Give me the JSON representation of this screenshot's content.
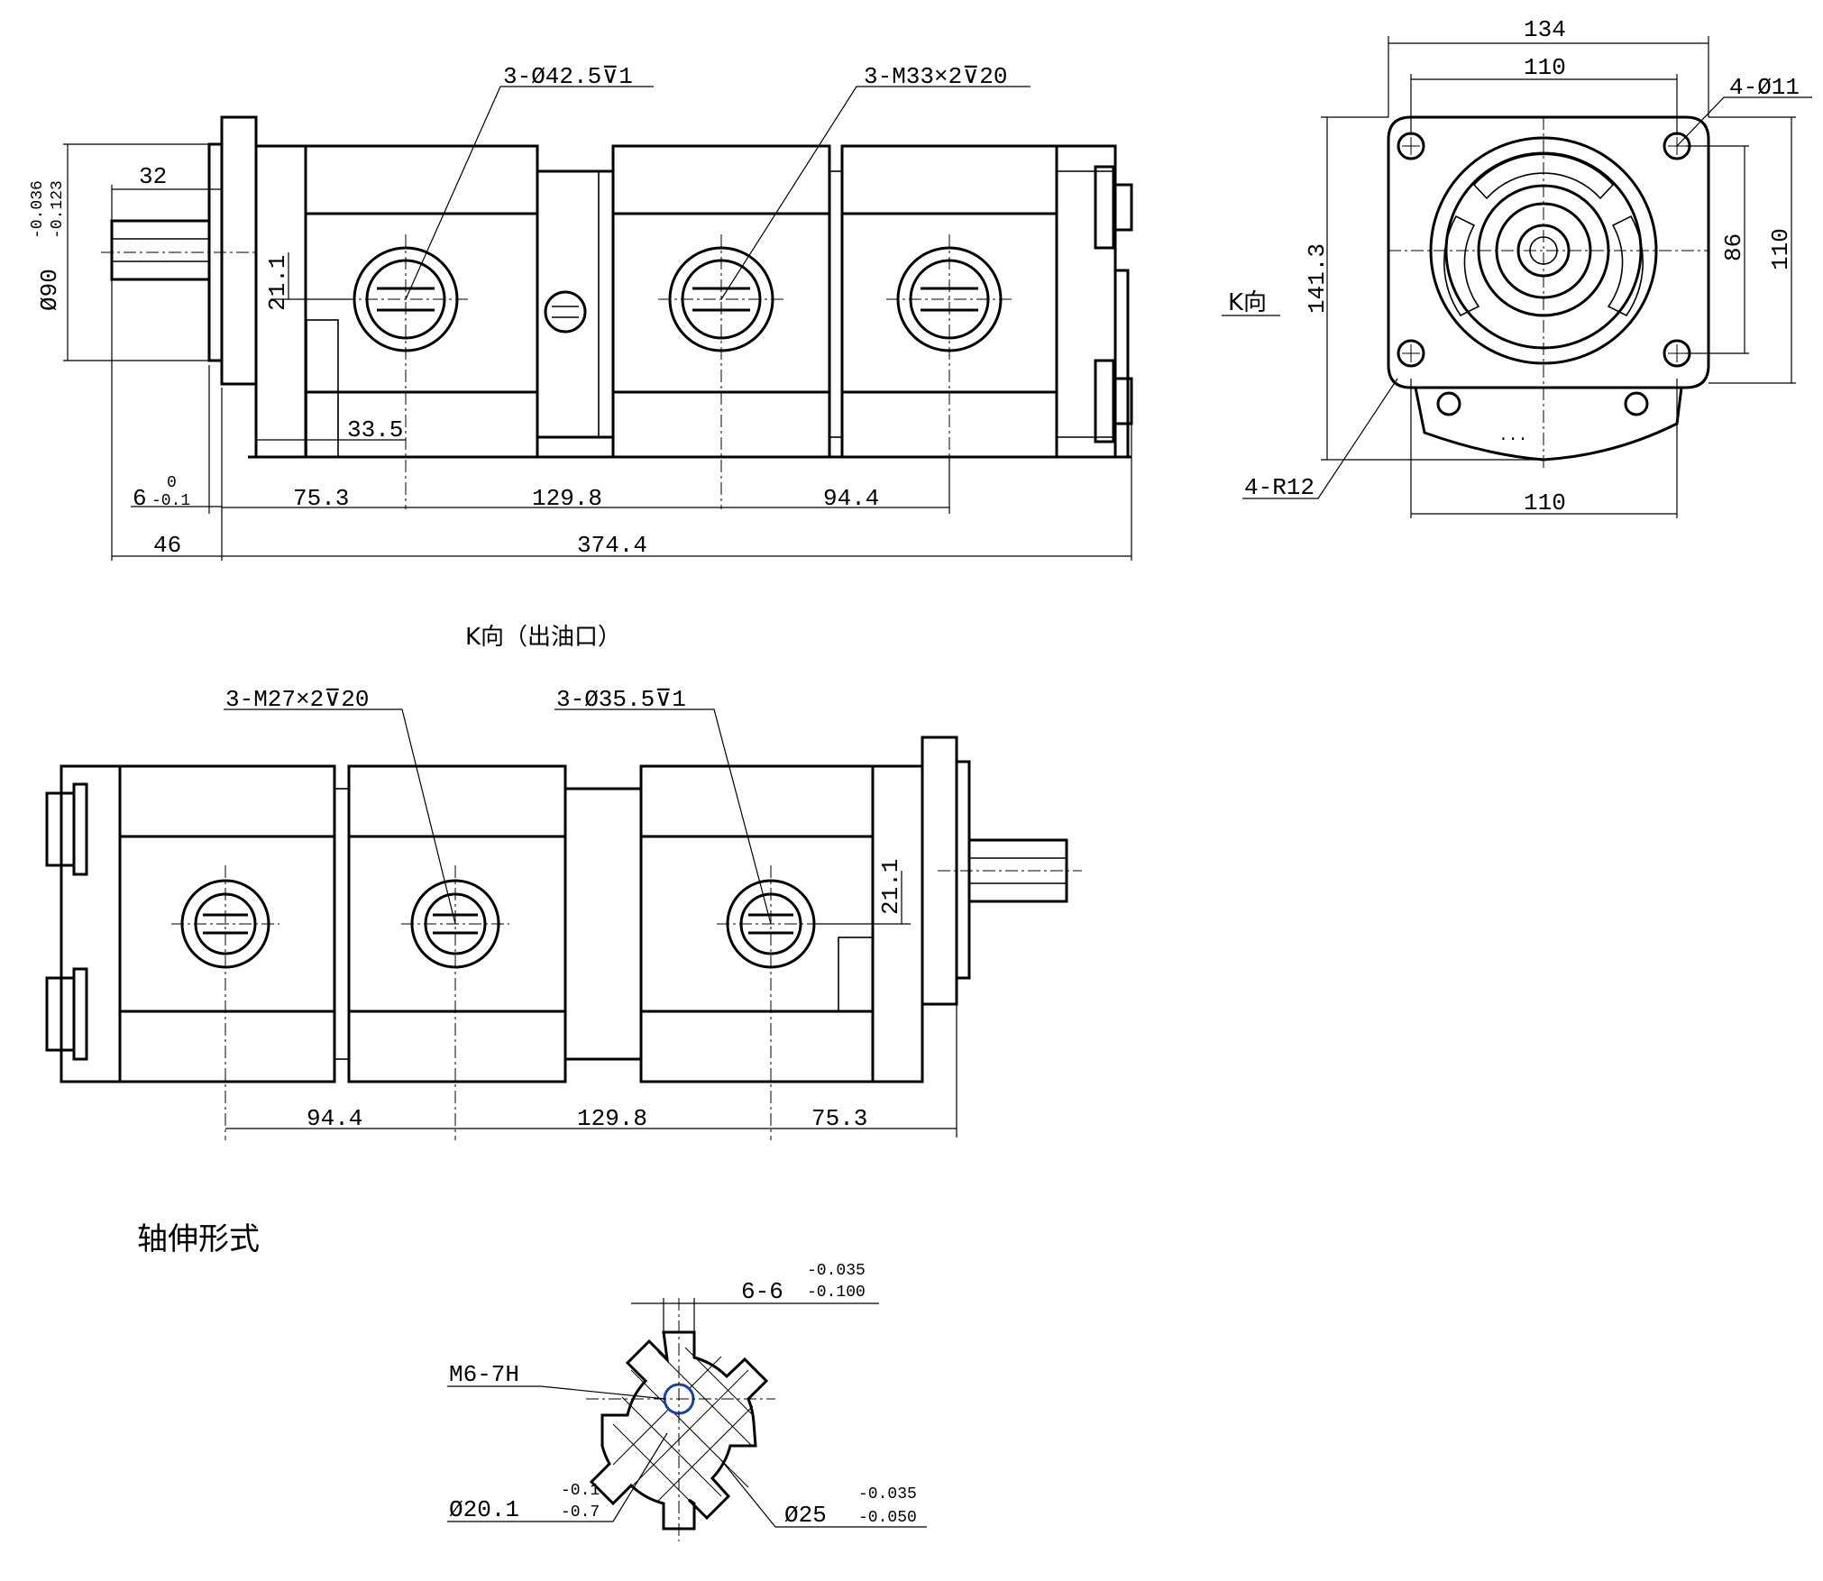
{
  "side_view": {
    "port_inlet_callout": "3-Ø42.5⊽1",
    "port_thread_callout": "3-M33×2⊽20",
    "flange_dia": "Ø90",
    "flange_tol_upper": "-0.036",
    "flange_tol_lower": "-0.123",
    "shaft_len": "32",
    "port_offset": "21.1",
    "spigot_len": "33.5",
    "spigot_dim": "6",
    "spigot_tol_upper": "0",
    "spigot_tol_lower": "-0.1",
    "pitch_1": "75.3",
    "pitch_2": "129.8",
    "pitch_3": "94.4",
    "shaft_total": "46",
    "overall_len": "374.4"
  },
  "end_view": {
    "flange_width": "134",
    "bolt_pitch_top": "110",
    "bolt_holes": "4-Ø11",
    "flange_height": "141.3",
    "bolt_pitch_vert": "86",
    "body_height": "110",
    "direction_label": "K向",
    "corner_radius": "4-R12",
    "bolt_pitch_bottom": "110"
  },
  "k_view": {
    "title": "K向（出油口）",
    "outlet_thread_callout": "3-M27×2⊽20",
    "outlet_bore_callout": "3-Ø35.5⊽1",
    "port_offset": "21.1",
    "pitch_1": "94.4",
    "pitch_2": "129.8",
    "pitch_3": "75.3"
  },
  "shaft_section": {
    "title": "轴伸形式",
    "spline": "6-6",
    "spline_tol_upper": "-0.035",
    "spline_tol_lower": "-0.100",
    "tapped_hole": "M6-7H",
    "minor_dia": "Ø20.1",
    "minor_tol_upper": "-0.1",
    "minor_tol_lower": "-0.7",
    "major_dia": "Ø25",
    "major_tol_upper": "-0.035",
    "major_tol_lower": "-0.050"
  }
}
